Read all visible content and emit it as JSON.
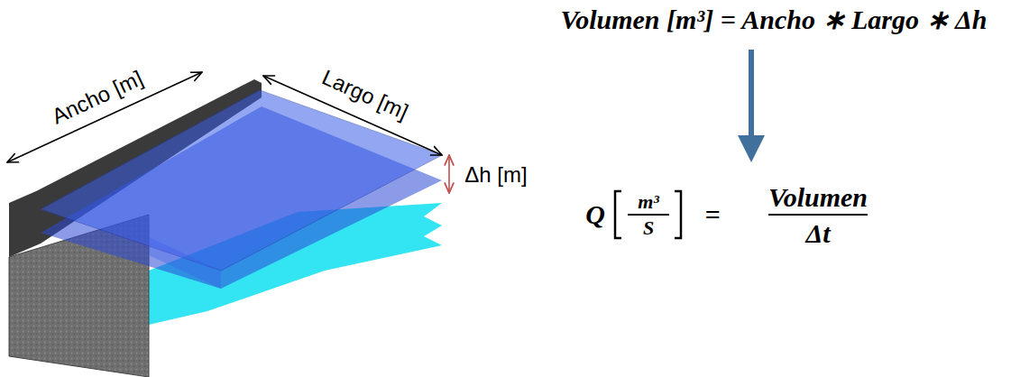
{
  "diagram": {
    "labels": [
      "Volumen [m³] = Ancho ∗ Largo ∗ Δh",
      "Ancho [m]",
      "Largo [m]",
      "Δh [m]",
      "Q",
      "m³",
      "S",
      "=",
      "Volumen",
      "Δt"
    ]
  }
}
